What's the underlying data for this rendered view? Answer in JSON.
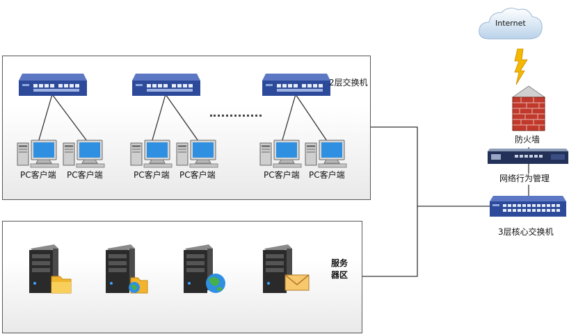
{
  "cloud": {
    "label": "Internet"
  },
  "firewall": {
    "label": "防火墙"
  },
  "behavior_mgmt": {
    "label": "网络行为管理"
  },
  "core_switch": {
    "label": "3层核心交换机"
  },
  "access_switch": {
    "label": "2层交换机"
  },
  "clients": {
    "label": "PC客户端"
  },
  "servers": {
    "label_line1": "服务",
    "label_line2": "器区"
  },
  "colors": {
    "switch_blue": "#2d4a9a",
    "firewall_red": "#c0392b",
    "lightning": "#f5b800",
    "line": "#333333"
  }
}
